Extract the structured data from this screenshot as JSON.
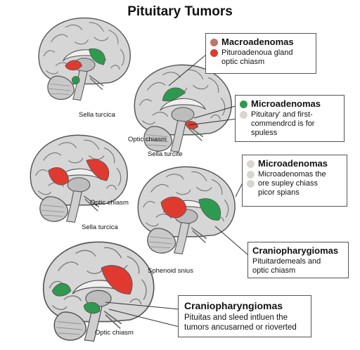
{
  "title": "Pituitary Tumors",
  "colors": {
    "red": "#e03a30",
    "green": "#2e9a4f",
    "brown_dot": "#b9786c",
    "grey_dot": "#d9d6d0",
    "brain_fill": "#d6d6d6",
    "brain_stroke": "#555555"
  },
  "callouts": [
    {
      "heading": "Macroadenomas",
      "heading_dot": "brown",
      "lines": [
        {
          "dot": "red",
          "text": "Pituroadenoua gland\noptic chiasm"
        }
      ]
    },
    {
      "heading": "Microadenomas",
      "heading_dot": "green",
      "lines": [
        {
          "dot": "grey",
          "text": "Pituitary' and first-\ncommendrcd is for\nspuless"
        }
      ]
    },
    {
      "heading": "Microadenomas",
      "heading_dot": "grey",
      "lines": [
        {
          "dot": "grey",
          "text": "Microadenomas the"
        },
        {
          "dot": "grey",
          "text": "ore supley chiass\npicor spians"
        }
      ]
    },
    {
      "heading": "Craniopharygiomas",
      "heading_dot": "none",
      "lines": [
        {
          "dot": "none",
          "text": "Pituitardemeals and\noptic chiasm"
        }
      ]
    },
    {
      "heading": "Craniopharyngiomas",
      "heading_dot": "none",
      "lines": [
        {
          "dot": "none",
          "text": "Pituitas and sleed intluen the\ntumors ancusarned or rioverted"
        }
      ]
    }
  ],
  "labels": {
    "sella_1": "Sella turcica",
    "optic_chiasm_1": "Optic chiasm",
    "sella_2": "Sella turcite",
    "optic_chiasm_2": "Optic chiasm",
    "sella_3": "Sella turcica",
    "sphenoid": "Sphenoid snius",
    "optic_chiasm_3": "Optic chiasm"
  }
}
